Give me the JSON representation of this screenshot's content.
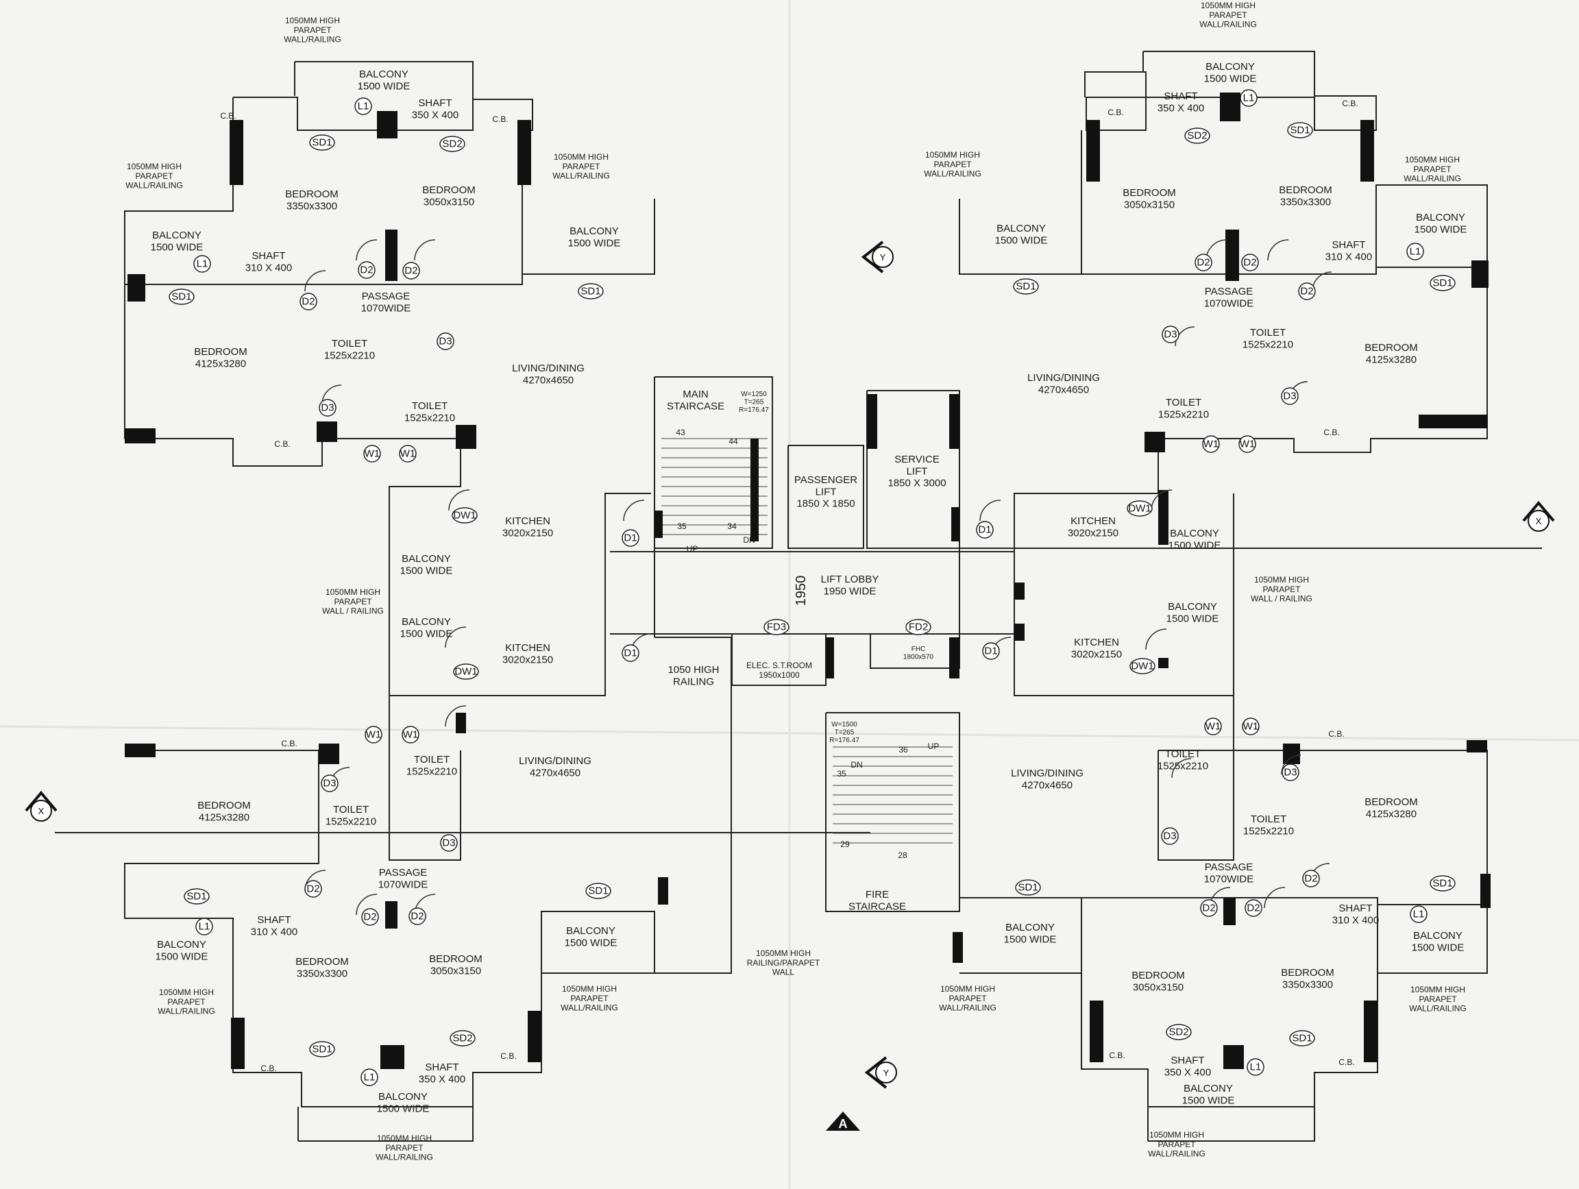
{
  "labels": {
    "balcony_1500": [
      "BALCONY",
      "1500 WIDE"
    ],
    "bedroom_3350x3300": [
      "BEDROOM",
      "3350x3300"
    ],
    "bedroom_3050x3150": [
      "BEDROOM",
      "3050x3150"
    ],
    "bedroom_4125x3280": [
      "BEDROOM",
      "4125x3280"
    ],
    "shaft_350x400": [
      "SHAFT",
      "350 X 400"
    ],
    "shaft_310x400": [
      "SHAFT",
      "310 X 400"
    ],
    "passage": [
      "PASSAGE",
      "1070WIDE"
    ],
    "toilet": [
      "TOILET",
      "1525x2210"
    ],
    "living": [
      "LIVING/DINING",
      "4270x4650"
    ],
    "kitchen": [
      "KITCHEN",
      "3020x2150"
    ],
    "cb": "C.B.",
    "parapet_a": [
      "1050MM HIGH",
      "PARAPET",
      "WALL/RAILING"
    ],
    "parapet_b": [
      "1050MM HIGH",
      "PARAPET",
      "WALL / RAILING"
    ],
    "main_staircase": [
      "MAIN",
      "STAIRCASE"
    ],
    "main_stair_spec": [
      "W=1250",
      "T=265",
      "R=176.47"
    ],
    "fire_stair_spec": [
      "W=1500",
      "T=265",
      "R=176.47"
    ],
    "passenger_lift": [
      "PASSENGER",
      "LIFT",
      "1850 X 1850"
    ],
    "service_lift": [
      "SERVICE",
      "LIFT",
      "1850 X 3000"
    ],
    "lift_lobby": [
      "LIFT LOBBY",
      "1950 WIDE"
    ],
    "lobby_dim": "1950",
    "high_railing": [
      "1050 HIGH",
      "RAILING"
    ],
    "elec_room": [
      "ELEC. S.T.ROOM",
      "1950x1000"
    ],
    "fhc": [
      "FHC",
      "1800x570"
    ],
    "fire_staircase": [
      "FIRE",
      "STAIRCASE"
    ],
    "railing_parapet": [
      "1050MM HIGH",
      "RAILING/PARAPET",
      "WALL"
    ],
    "up": "UP",
    "dn": "DN",
    "main_steps": [
      "43",
      "44",
      "35",
      "34"
    ],
    "fire_steps": [
      "36",
      "35",
      "29",
      "28"
    ],
    "section_x": "X",
    "section_y": "Y",
    "north": "A"
  },
  "tags": {
    "sd1": "SD1",
    "sd2": "SD2",
    "l1": "L1",
    "d1": "D1",
    "d2": "D2",
    "d3": "D3",
    "dw1": "DW1",
    "w1": "W1",
    "fd2": "FD2",
    "fd3": "FD3"
  }
}
